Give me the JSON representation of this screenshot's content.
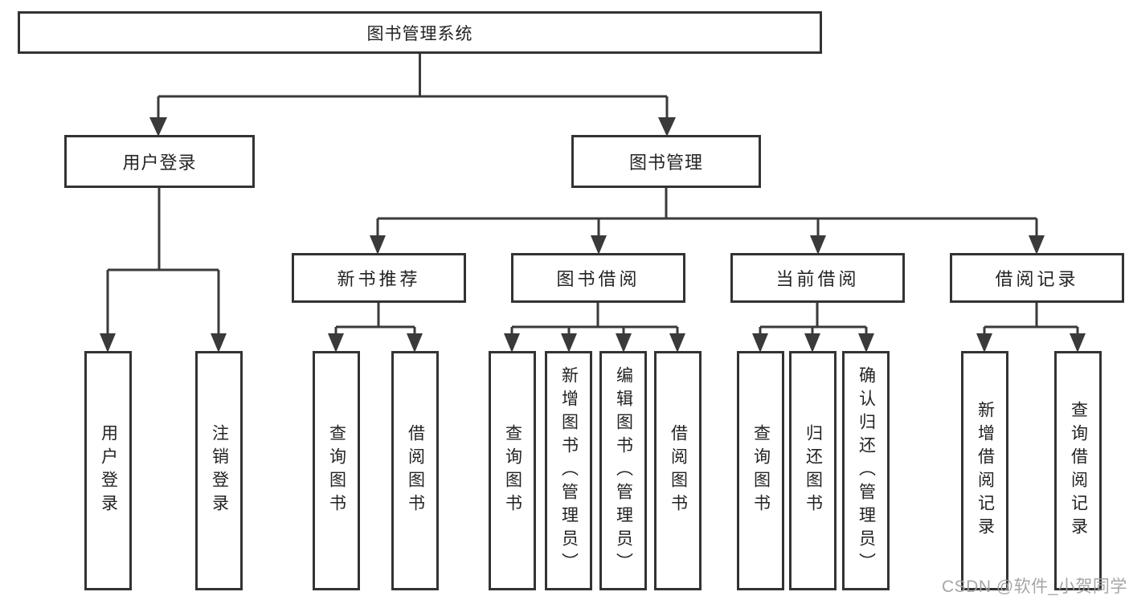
{
  "diagram": {
    "root": {
      "label": "图书管理系统"
    },
    "branches": [
      {
        "label": "用户登录",
        "leaves": [
          {
            "label": "用户登录"
          },
          {
            "label": "注销登录"
          }
        ]
      },
      {
        "label": "图书管理",
        "groups": [
          {
            "label": "新书推荐",
            "leaves": [
              {
                "label": "查询图书"
              },
              {
                "label": "借阅图书"
              }
            ]
          },
          {
            "label": "图书借阅",
            "leaves": [
              {
                "label": "查询图书"
              },
              {
                "label": "新增图书（管理员）"
              },
              {
                "label": "编辑图书（管理员）"
              },
              {
                "label": "借阅图书"
              }
            ]
          },
          {
            "label": "当前借阅",
            "leaves": [
              {
                "label": "查询图书"
              },
              {
                "label": "归还图书"
              },
              {
                "label": "确认归还（管理员）"
              }
            ]
          },
          {
            "label": "借阅记录",
            "leaves": [
              {
                "label": "新增借阅记录"
              },
              {
                "label": "查询借阅记录"
              }
            ]
          }
        ]
      }
    ]
  },
  "colors": {
    "line": "#3a3a3a",
    "box_border": "#333333",
    "label_text": "#232323",
    "watermark_text": "#9e9e9e",
    "background": "#ffffff"
  },
  "watermark": {
    "text": "CSDN @软件_小贺同学"
  }
}
